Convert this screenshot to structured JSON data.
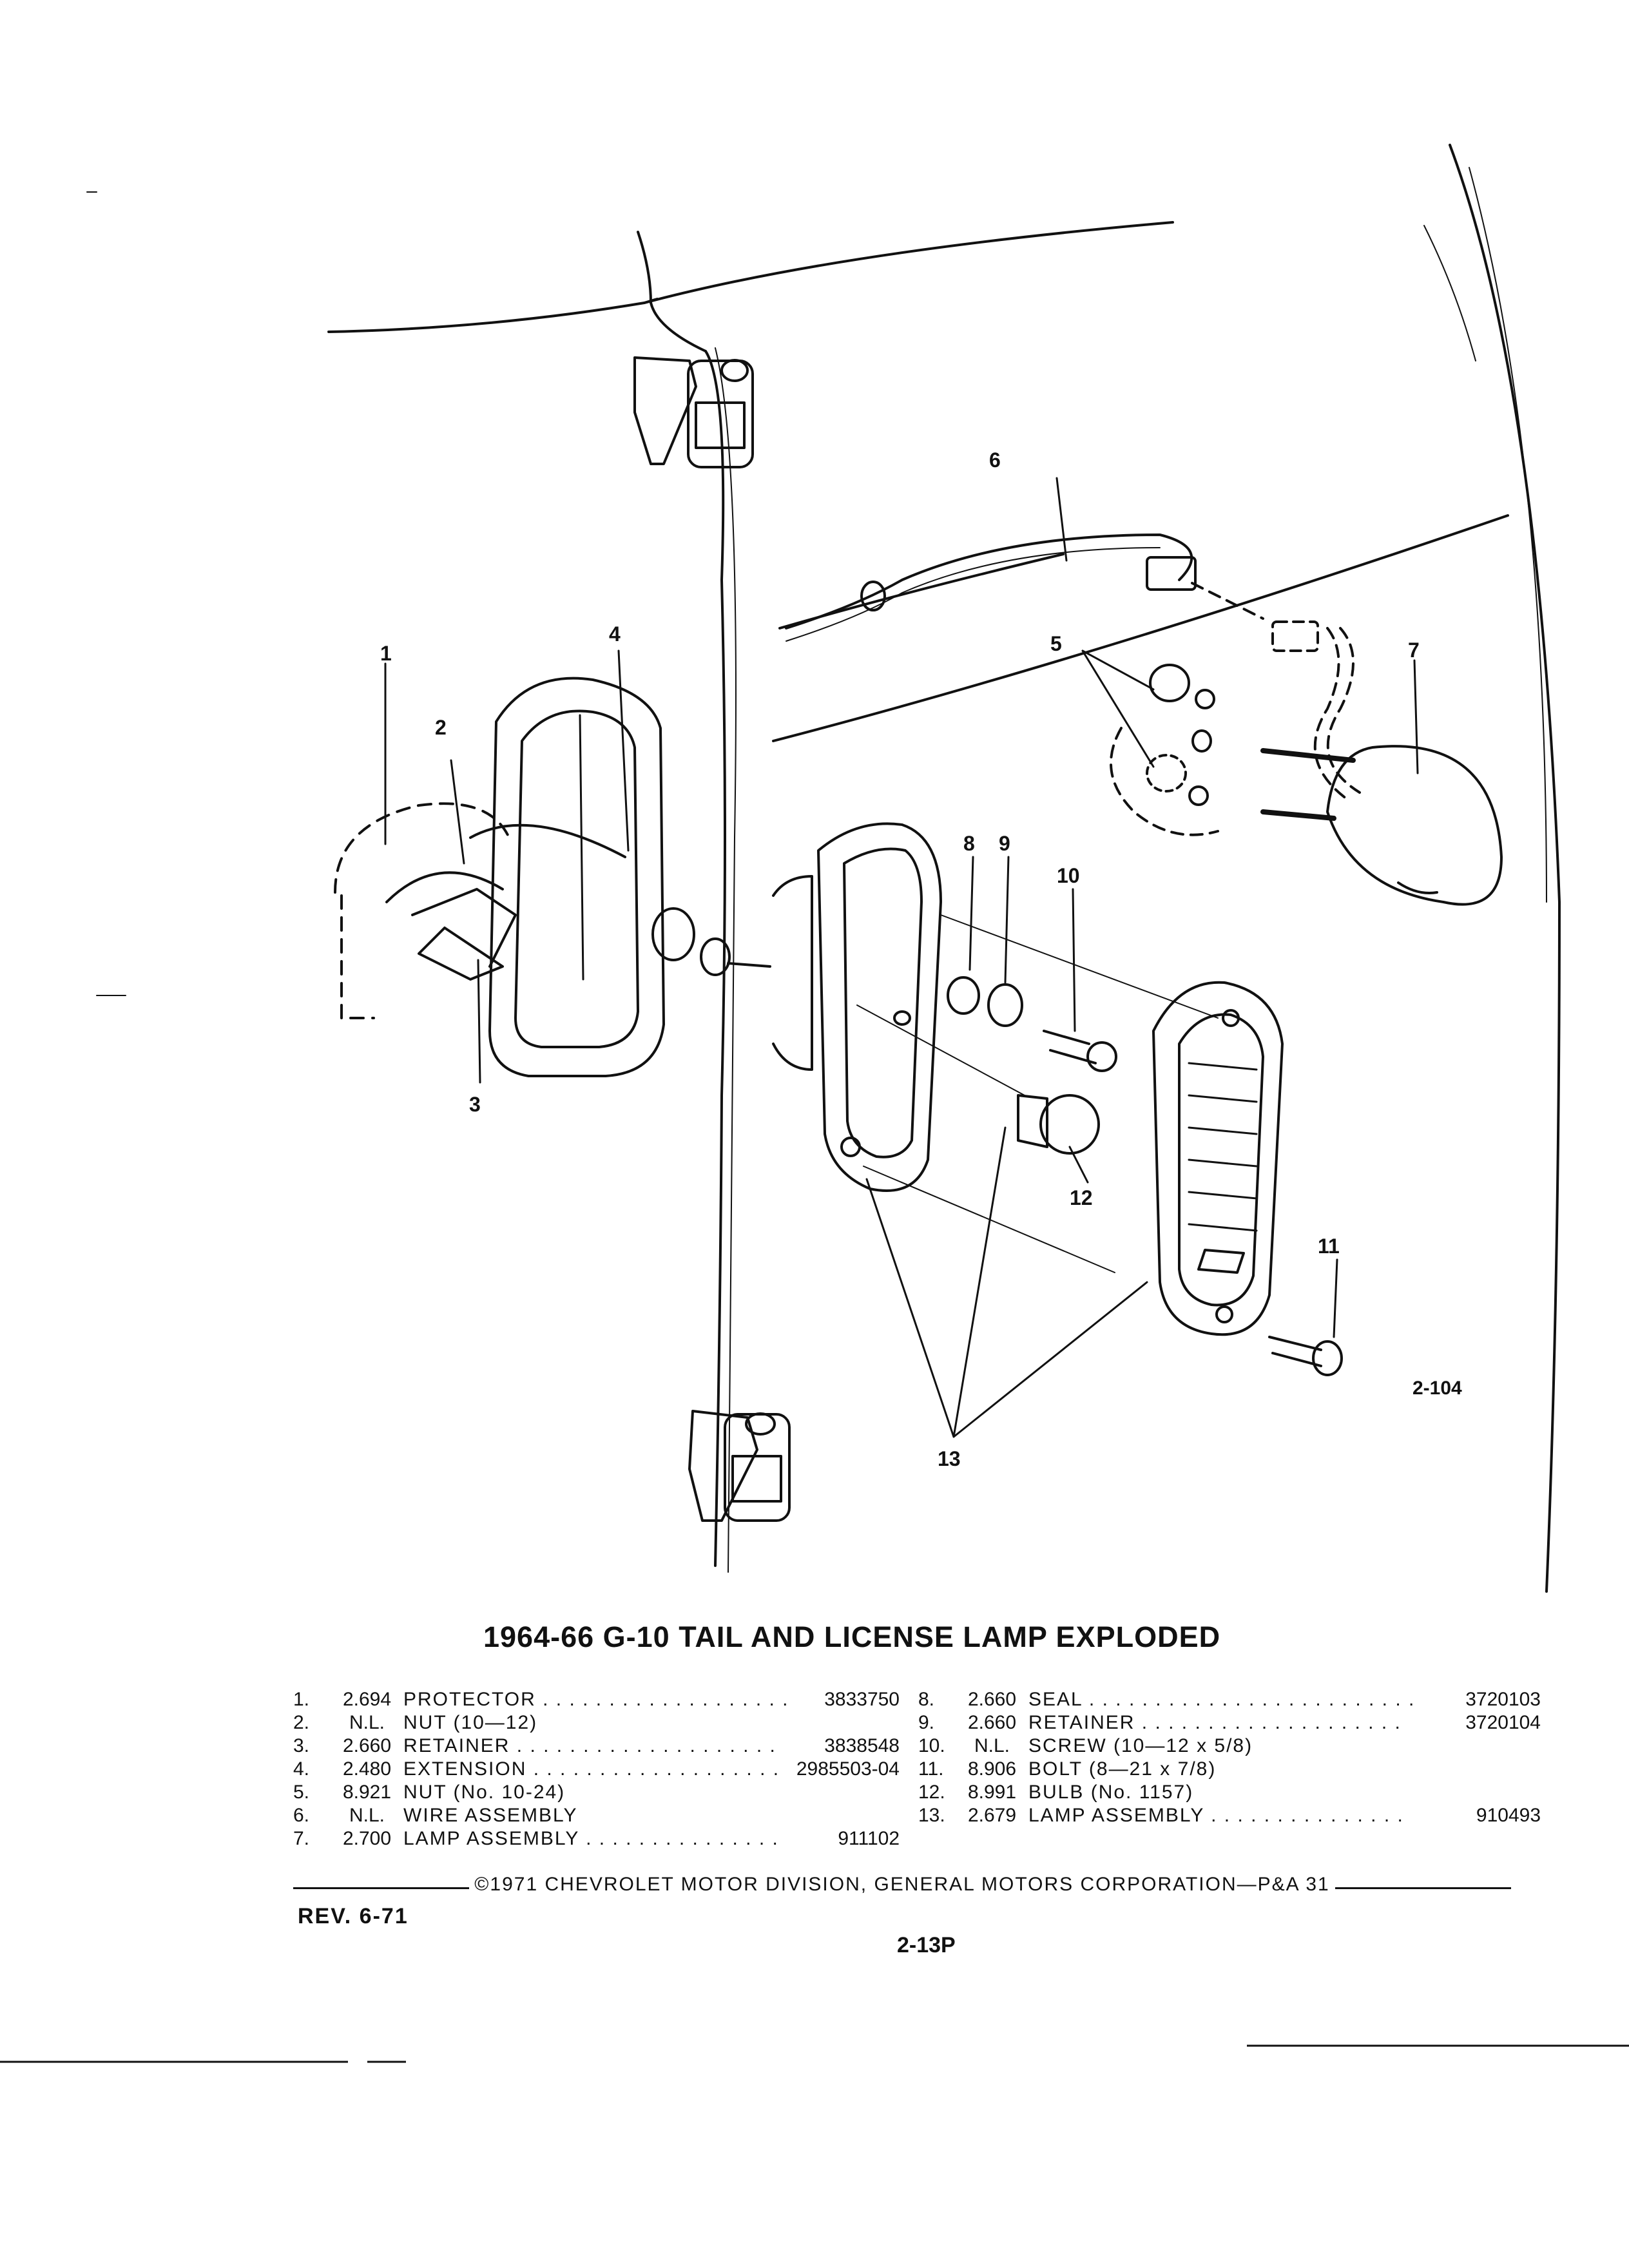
{
  "title": "1964-66 G-10 TAIL AND LICENSE LAMP EXPLODED",
  "figure_number": "2-104",
  "callouts": [
    "1",
    "2",
    "3",
    "4",
    "5",
    "6",
    "7",
    "8",
    "9",
    "10",
    "11",
    "12",
    "13"
  ],
  "parts_left": [
    {
      "num": "1.",
      "code": "2.694",
      "name": "PROTECTOR . . . . . . . . . . . . . . . . . . .",
      "part_no": "3833750"
    },
    {
      "num": "2.",
      "code": "N.L.",
      "name": "NUT (10—12)",
      "part_no": ""
    },
    {
      "num": "3.",
      "code": "2.660",
      "name": "RETAINER . . . . . . . . . . . . . . . . . . . .",
      "part_no": "3838548"
    },
    {
      "num": "4.",
      "code": "2.480",
      "name": "EXTENSION . . . . . . . . . . . . . . . . . . .",
      "part_no": "2985503-04"
    },
    {
      "num": "5.",
      "code": "8.921",
      "name": "NUT (No. 10-24)",
      "part_no": ""
    },
    {
      "num": "6.",
      "code": "N.L.",
      "name": "WIRE ASSEMBLY",
      "part_no": ""
    },
    {
      "num": "7.",
      "code": "2.700",
      "name": "LAMP ASSEMBLY . . . . . . . . . . . . . . .",
      "part_no": "911102"
    }
  ],
  "parts_right": [
    {
      "num": "8.",
      "code": "2.660",
      "name": "SEAL . . . . . . . . . . . . . . . . . . . . . . . . .",
      "part_no": "3720103"
    },
    {
      "num": "9.",
      "code": "2.660",
      "name": "RETAINER . . . . . . . . . . . . . . . . . . . .",
      "part_no": "3720104"
    },
    {
      "num": "10.",
      "code": "N.L.",
      "name": "SCREW (10—12 x 5/8)",
      "part_no": ""
    },
    {
      "num": "11.",
      "code": "8.906",
      "name": "BOLT (8—21 x 7/8)",
      "part_no": ""
    },
    {
      "num": "12.",
      "code": "8.991",
      "name": "BULB (No. 1157)",
      "part_no": ""
    },
    {
      "num": "13.",
      "code": "2.679",
      "name": "LAMP ASSEMBLY . . . . . . . . . . . . . . .",
      "part_no": "910493"
    }
  ],
  "footer": {
    "copyright": "©1971 CHEVROLET MOTOR DIVISION, GENERAL MOTORS CORPORATION—P&A 31",
    "revision": "REV. 6-71",
    "page_number": "2-13P"
  }
}
